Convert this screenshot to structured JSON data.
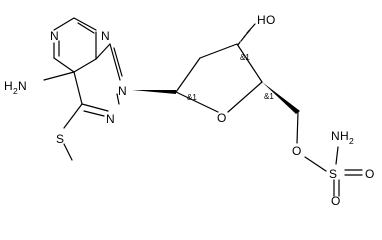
{
  "molecule": {
    "atoms": {
      "n_top_left": "N",
      "n_top_right": "N",
      "nh2_left_n": "N",
      "nh2_left_h": "H",
      "nh2_left_sub": "2",
      "n_pyrazole_1": "N",
      "n_pyrazole_2": "N",
      "oh_o": "O",
      "oh_h": "H",
      "o_ring": "O",
      "o_ester": "O",
      "s_sulfonyl": "S",
      "o_sulfonyl_right": "O",
      "o_sulfonyl_bottom": "O",
      "nh2_right_n": "N",
      "nh2_right_h": "H",
      "nh2_right_sub": "2",
      "s_methylthio": "S"
    },
    "stereo_labels": {
      "c1": "&1",
      "c3": "&1",
      "c4": "&1"
    }
  }
}
